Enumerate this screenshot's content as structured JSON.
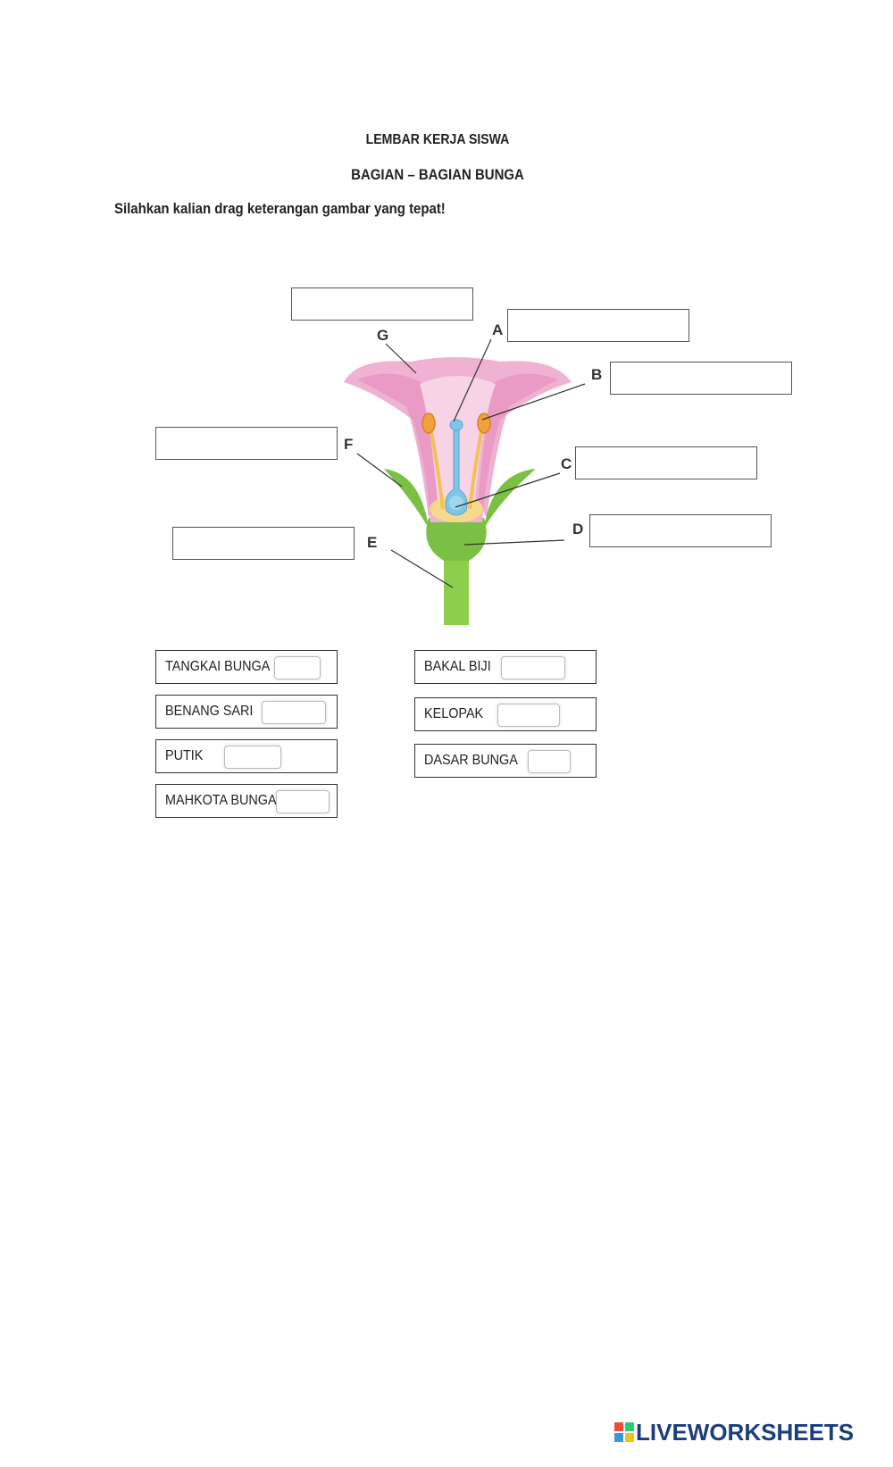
{
  "worksheet": {
    "title": "LEMBAR KERJA SISWA",
    "subtitle": "BAGIAN – BAGIAN BUNGA",
    "instruction": "Silahkan kalian drag keterangan gambar yang tepat!"
  },
  "diagram": {
    "letters": {
      "A": "A",
      "B": "B",
      "C": "C",
      "D": "D",
      "E": "E",
      "F": "F",
      "G": "G"
    }
  },
  "word_bank": {
    "left": [
      "TANGKAI BUNGA",
      "BENANG SARI",
      "PUTIK",
      "MAHKOTA BUNGA"
    ],
    "right": [
      "BAKAL BIJI",
      "KELOPAK",
      "DASAR BUNGA"
    ]
  },
  "footer": {
    "brand": "LIVEWORKSHEETS"
  },
  "colors": {
    "petal": "#e89ac4",
    "sepal": "#7cc242",
    "stem": "#8ccf4c",
    "pistil": "#7fc6e6",
    "anther": "#f2a23a",
    "brand": "#1a3d7c"
  }
}
